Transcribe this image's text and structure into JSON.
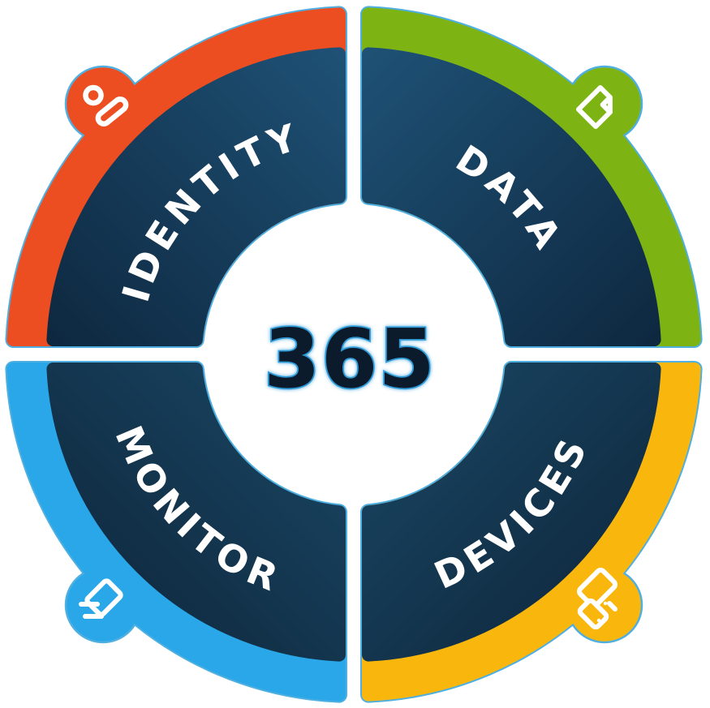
{
  "diagram": {
    "type": "segmented-wheel",
    "center_label": "365",
    "segments": [
      {
        "label": "IDENTITY",
        "position": "top-left",
        "rim_color": "#EC4E22",
        "icon": "person-icon"
      },
      {
        "label": "DATA",
        "position": "top-right",
        "rim_color": "#7DB414",
        "icon": "document-icon"
      },
      {
        "label": "MONITOR",
        "position": "bottom-left",
        "rim_color": "#29A7E8",
        "icon": "monitor-icon"
      },
      {
        "label": "DEVICES",
        "position": "bottom-right",
        "rim_color": "#F9B70E",
        "icon": "devices-icon"
      }
    ],
    "colors": {
      "segment_fill_light": "#1E5175",
      "segment_fill_dark": "#0E2840",
      "outline_blue": "#4FAFE0",
      "label_text": "#FFFFFF",
      "center_text_fill": "#0B1B2B",
      "center_text_stroke": "#2E9BD8"
    }
  }
}
